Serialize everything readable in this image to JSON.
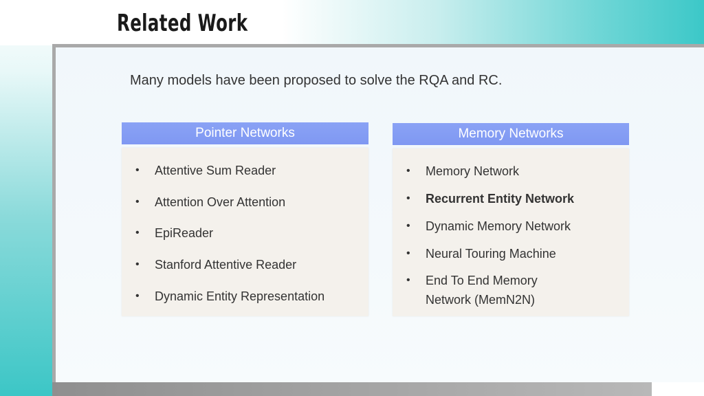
{
  "slide": {
    "title": "Related Work",
    "intro": "Many models have been proposed to solve the RQA and RC."
  },
  "pointer_networks": {
    "heading": "Pointer Networks",
    "items": [
      "Attentive Sum Reader",
      "Attention Over Attention",
      "EpiReader",
      "Stanford Attentive Reader",
      "Dynamic Entity Representation"
    ]
  },
  "memory_networks": {
    "heading": "Memory Networks",
    "items": [
      "Memory Network",
      "Recurrent Entity Network",
      "Dynamic Memory Network",
      "Neural Touring Machine",
      "End To End Memory",
      "Network (MemN2N)"
    ]
  },
  "bullet": "•"
}
